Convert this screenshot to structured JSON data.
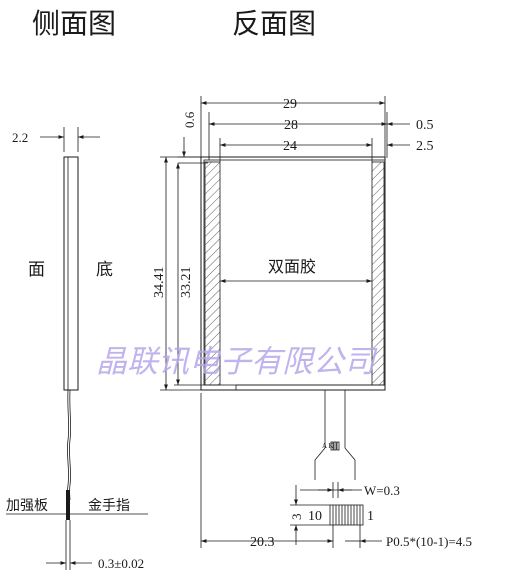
{
  "titles": {
    "side_view": "侧面图",
    "back_view": "反面图"
  },
  "side_view": {
    "thickness": "2.2",
    "face_label": "面",
    "bottom_label": "底",
    "stiffener_label": "加强板",
    "gold_finger_label": "金手指",
    "stiffener_thickness": "0.3±0.02"
  },
  "back_view": {
    "width_total": "29",
    "width_mid": "28",
    "width_inner": "24",
    "right_offset_1": "0.5",
    "right_offset_2": "2.5",
    "top_offset": "0.6",
    "height_total": "34.41",
    "height_inner": "33.21",
    "center_label": "双面胶",
    "led_pins": "A K",
    "trace_width": "W=0.3",
    "connector_length": "3",
    "pin_count_label": "10",
    "pin_one_label": "1",
    "connector_offset": "20.3",
    "pitch_formula": "P0.5*(10-1)=4.5"
  },
  "watermark": "晶联讯电子有限公司",
  "colors": {
    "ink": "#1a1a1a",
    "watermark": "#b7a6ea",
    "background": "#ffffff"
  }
}
